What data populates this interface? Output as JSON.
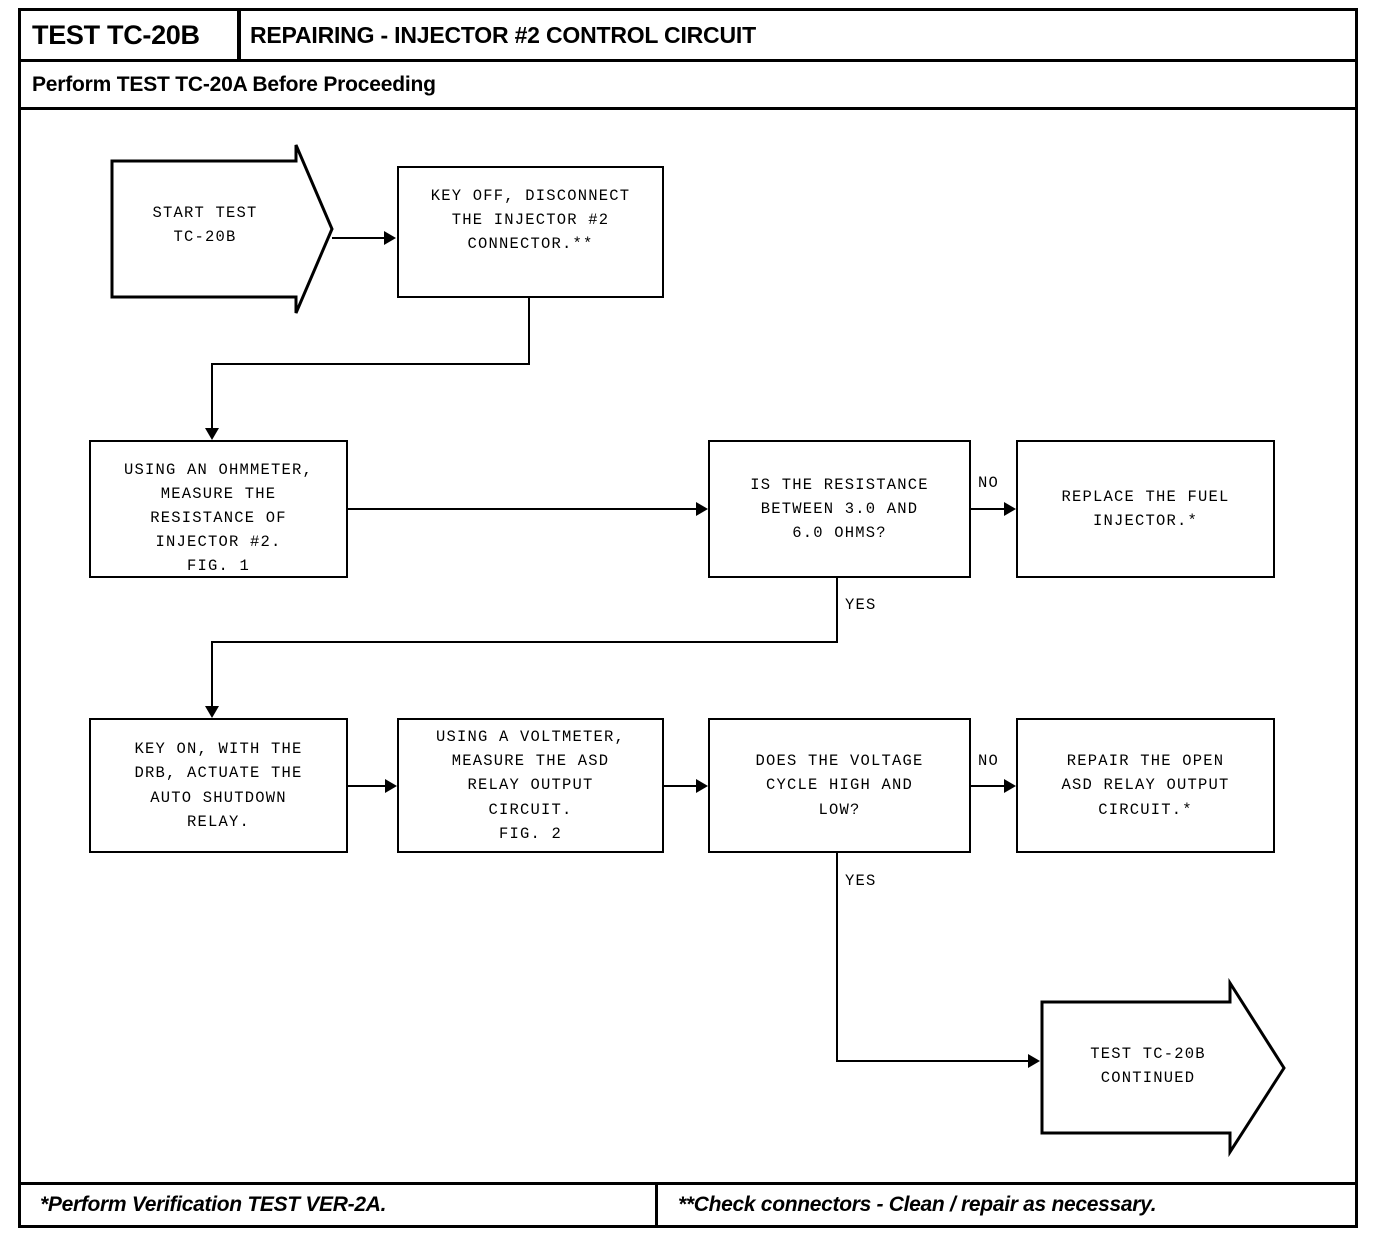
{
  "header": {
    "test_code": "TEST TC-20B",
    "title": "REPAIRING - INJECTOR #2 CONTROL CIRCUIT",
    "subtitle": "Perform TEST TC-20A Before Proceeding"
  },
  "footer": {
    "left_note": "*Perform Verification TEST VER-2A.",
    "right_note": "**Check connectors - Clean / repair as necessary."
  },
  "flow": {
    "start": "START TEST\nTC-20B",
    "step_key_off": "KEY OFF, DISCONNECT\nTHE INJECTOR #2\nCONNECTOR.**",
    "step_ohmmeter": "USING AN OHMMETER,\nMEASURE THE\nRESISTANCE OF\nINJECTOR #2.\nFIG. 1",
    "decision_resistance": "IS THE RESISTANCE\nBETWEEN 3.0 AND\n6.0 OHMS?",
    "result_replace_injector": "REPLACE THE FUEL\nINJECTOR.*",
    "step_key_on": "KEY ON, WITH THE\nDRB, ACTUATE THE\nAUTO SHUTDOWN\nRELAY.",
    "step_voltmeter": "USING A VOLTMETER,\nMEASURE THE ASD\nRELAY OUTPUT\nCIRCUIT.\nFIG. 2",
    "decision_voltage": "DOES THE VOLTAGE\nCYCLE HIGH AND\nLOW?",
    "result_repair_circuit": "REPAIR THE OPEN\nASD RELAY OUTPUT\nCIRCUIT.*",
    "continued": "TEST TC-20B\nCONTINUED"
  },
  "branches": {
    "no_resistance": "NO",
    "yes_resistance": "YES",
    "no_voltage": "NO",
    "yes_voltage": "YES"
  },
  "colors": {
    "ink": "#000000",
    "paper": "#ffffff"
  }
}
